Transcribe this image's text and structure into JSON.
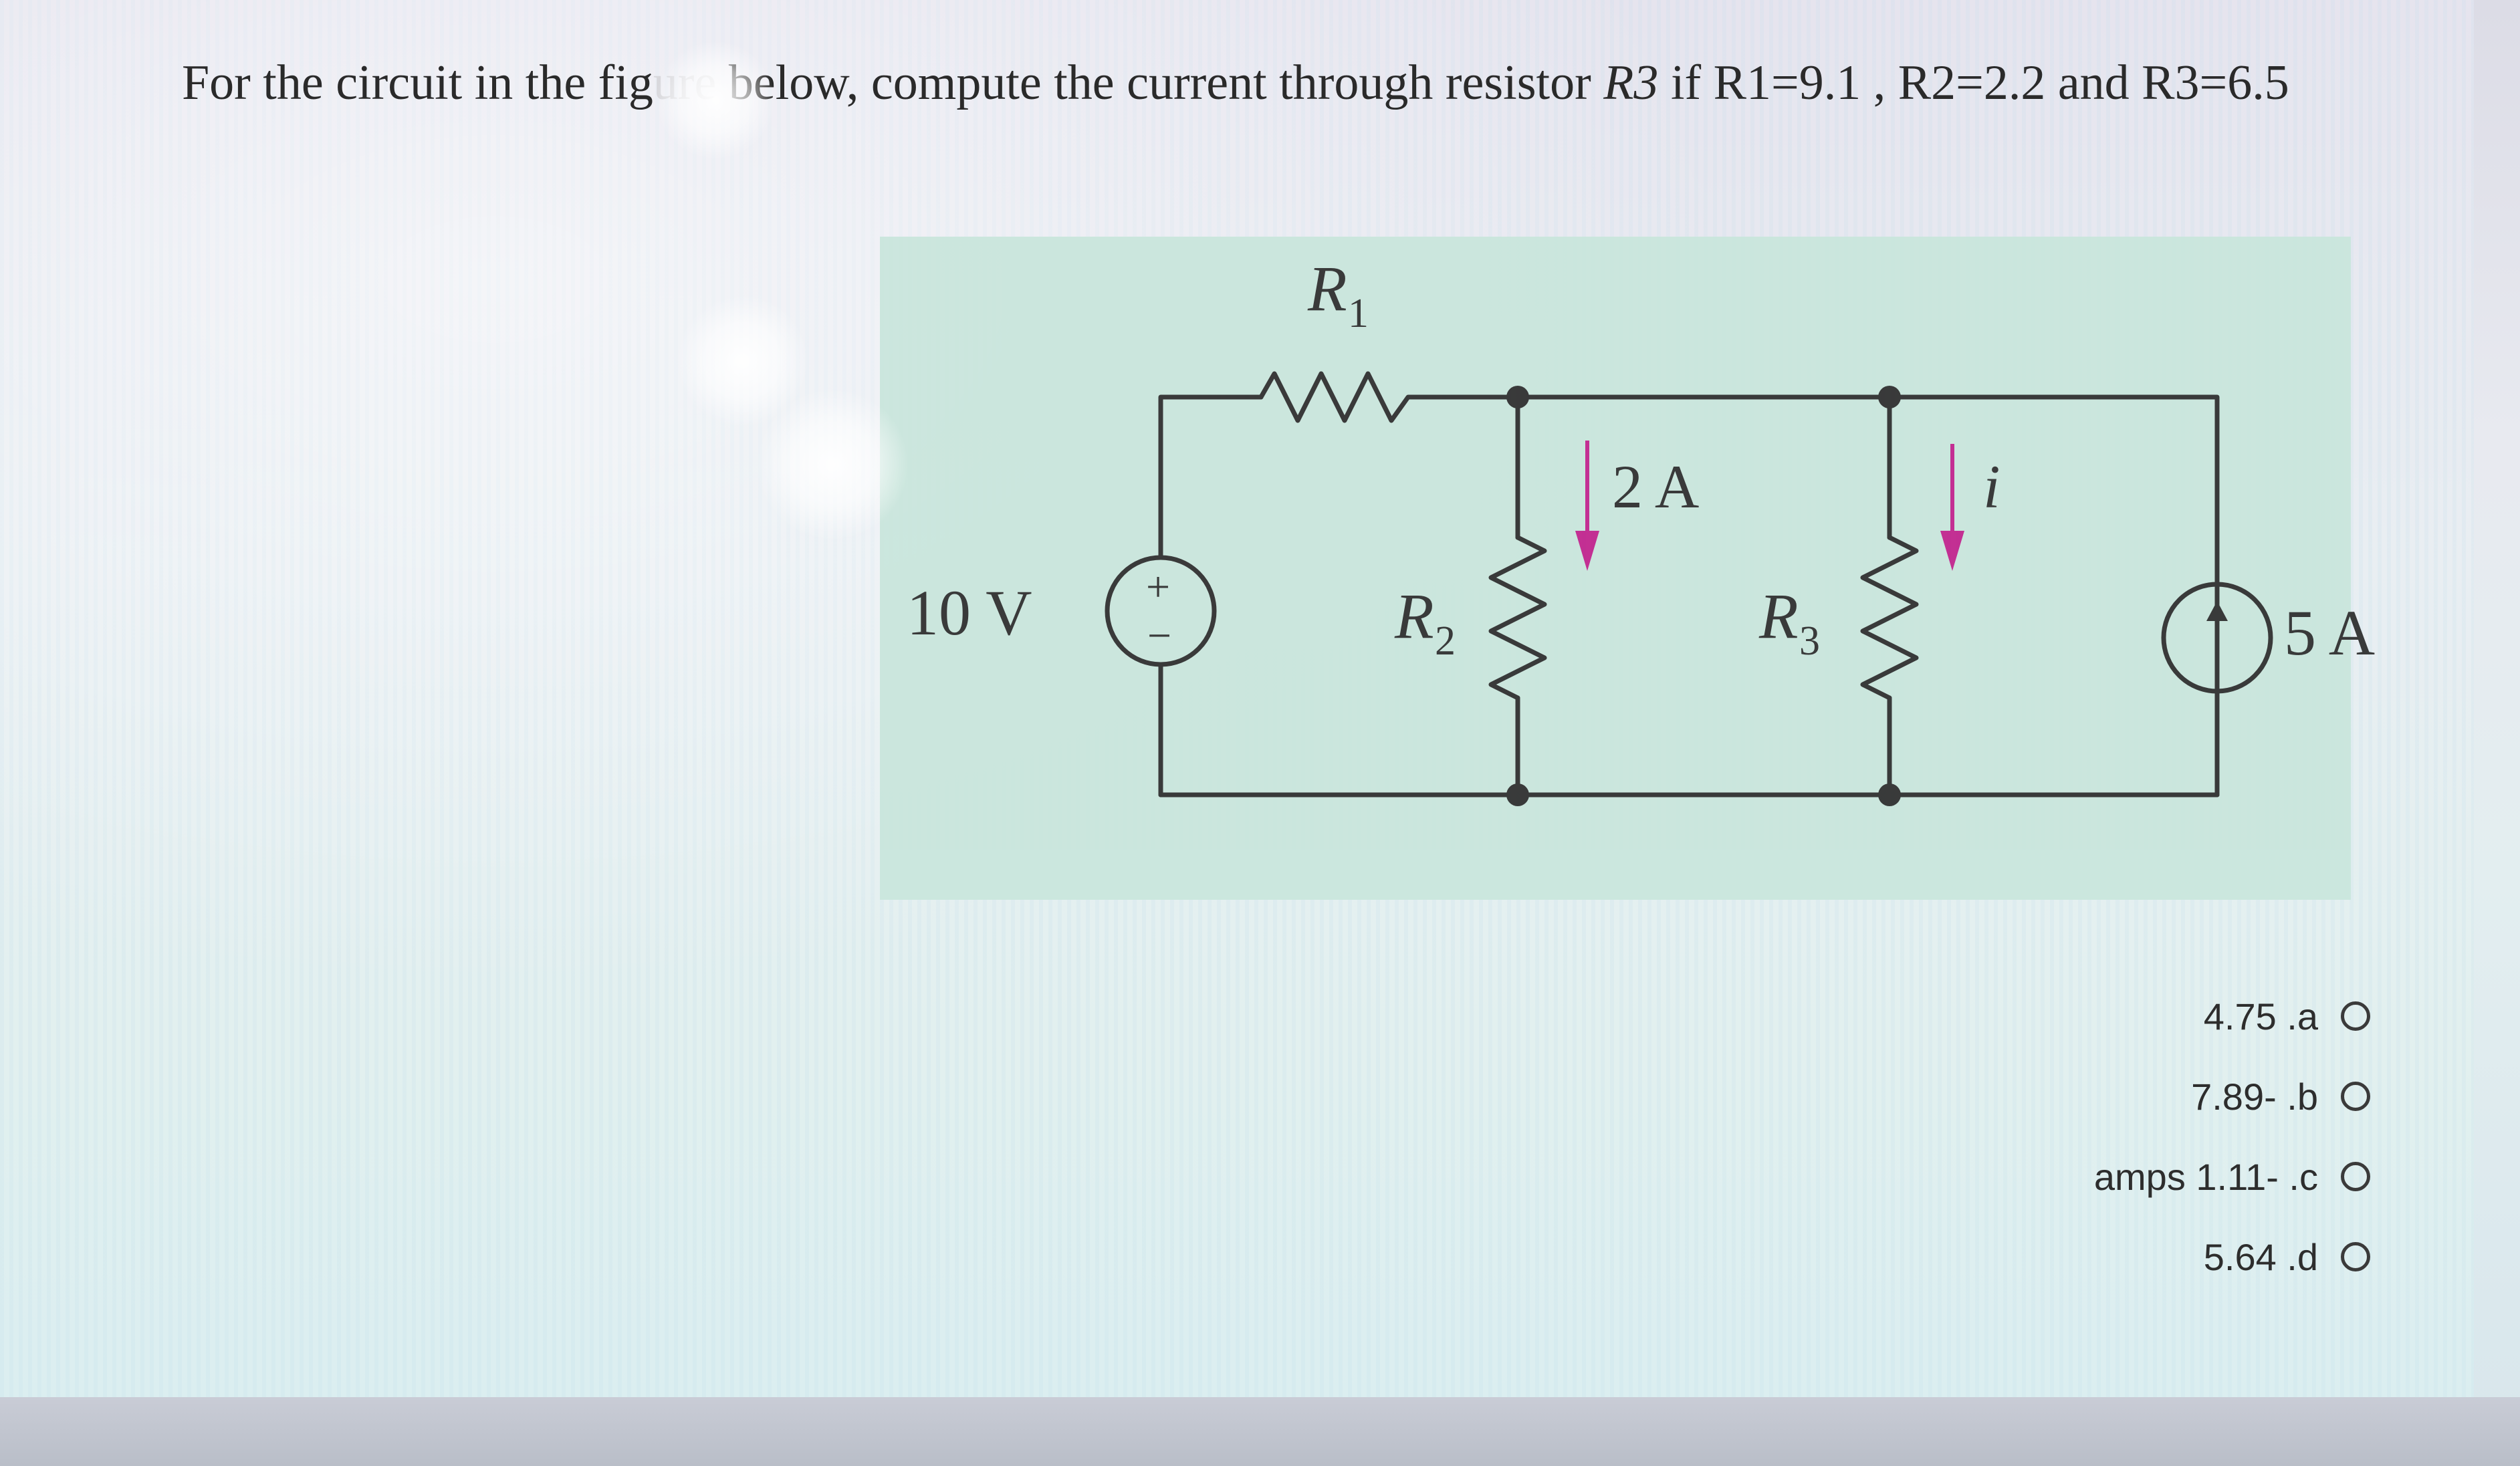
{
  "question": {
    "part1": "For the circuit in the fig",
    "part2": "ure",
    "part3": " below, compute the current through resistor ",
    "resistor": "R3",
    "part4": "  if R1=9.1 , R2=2.2 and R3=6.5"
  },
  "circuit": {
    "r1_label": "R",
    "r1_sub": "1",
    "r2_label": "R",
    "r2_sub": "2",
    "r3_label": "R",
    "r3_sub": "3",
    "voltage_source": "10 V",
    "plus": "+",
    "minus": "−",
    "current_2a": "2 A",
    "current_i": "i",
    "current_source": "5 A",
    "arrow_color": "#c0208c"
  },
  "options": [
    {
      "label": "4.75 .a"
    },
    {
      "label": "7.89- .b"
    },
    {
      "label": "amps 1.11- .c"
    },
    {
      "label": "5.64 .d"
    }
  ]
}
